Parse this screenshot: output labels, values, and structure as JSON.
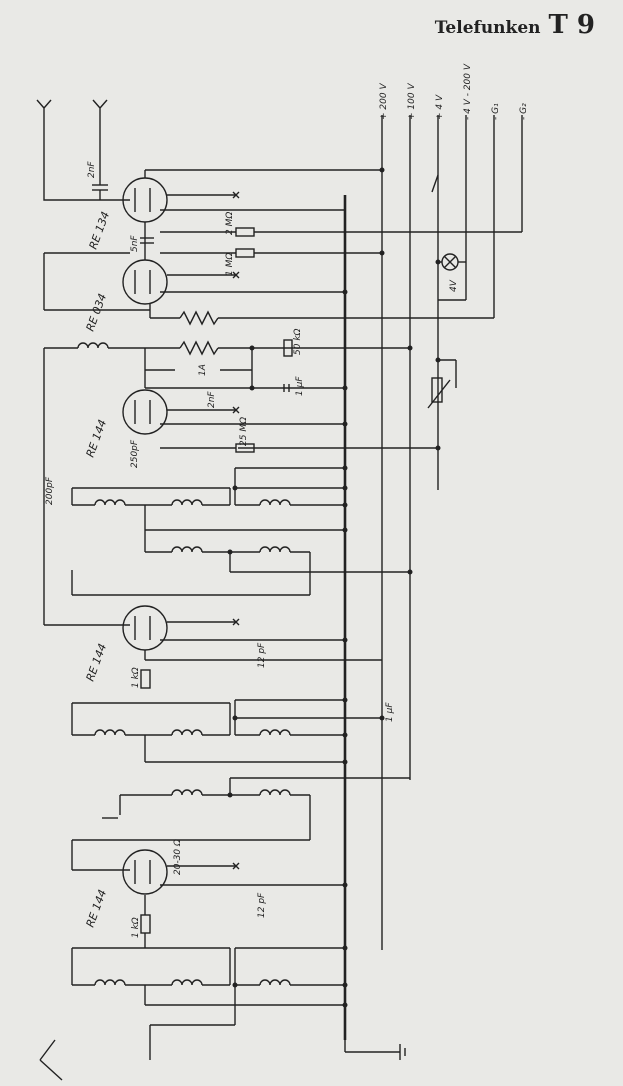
{
  "header": {
    "brand": "Telefunken",
    "model": "T 9"
  },
  "supply_labels": [
    "+ 200 V",
    "+ 100 V",
    "+ 4 V",
    "- 4 V - 200 V",
    "- G₁",
    "- G₂"
  ],
  "tube_labels": [
    "RE 134",
    "RE 034",
    "RE 144",
    "RE 144",
    "RE 144"
  ],
  "component_labels": {
    "c_2nf_top": "2nF",
    "c_5nf": "5nF",
    "r_2mohm": "2 MΩ",
    "r_1mohm": "1 MΩ",
    "r_50kohm": "50 kΩ",
    "fuse_1a": "1A",
    "c_1uf_a": "1 µF",
    "c_2nf_mid": "2nF",
    "r_25mohm": "25 MΩ",
    "c_250pf": "250pF",
    "c_200pf": "200pF",
    "c_12pf_a": "12 pF",
    "r_1kohm_a": "1 kΩ",
    "c_1uf_b": "1 µF",
    "r_2030ohm": "20-30 Ω",
    "c_12pf_b": "12 pF",
    "r_1kohm_b": "1 kΩ",
    "lamp_4v": "4V"
  }
}
